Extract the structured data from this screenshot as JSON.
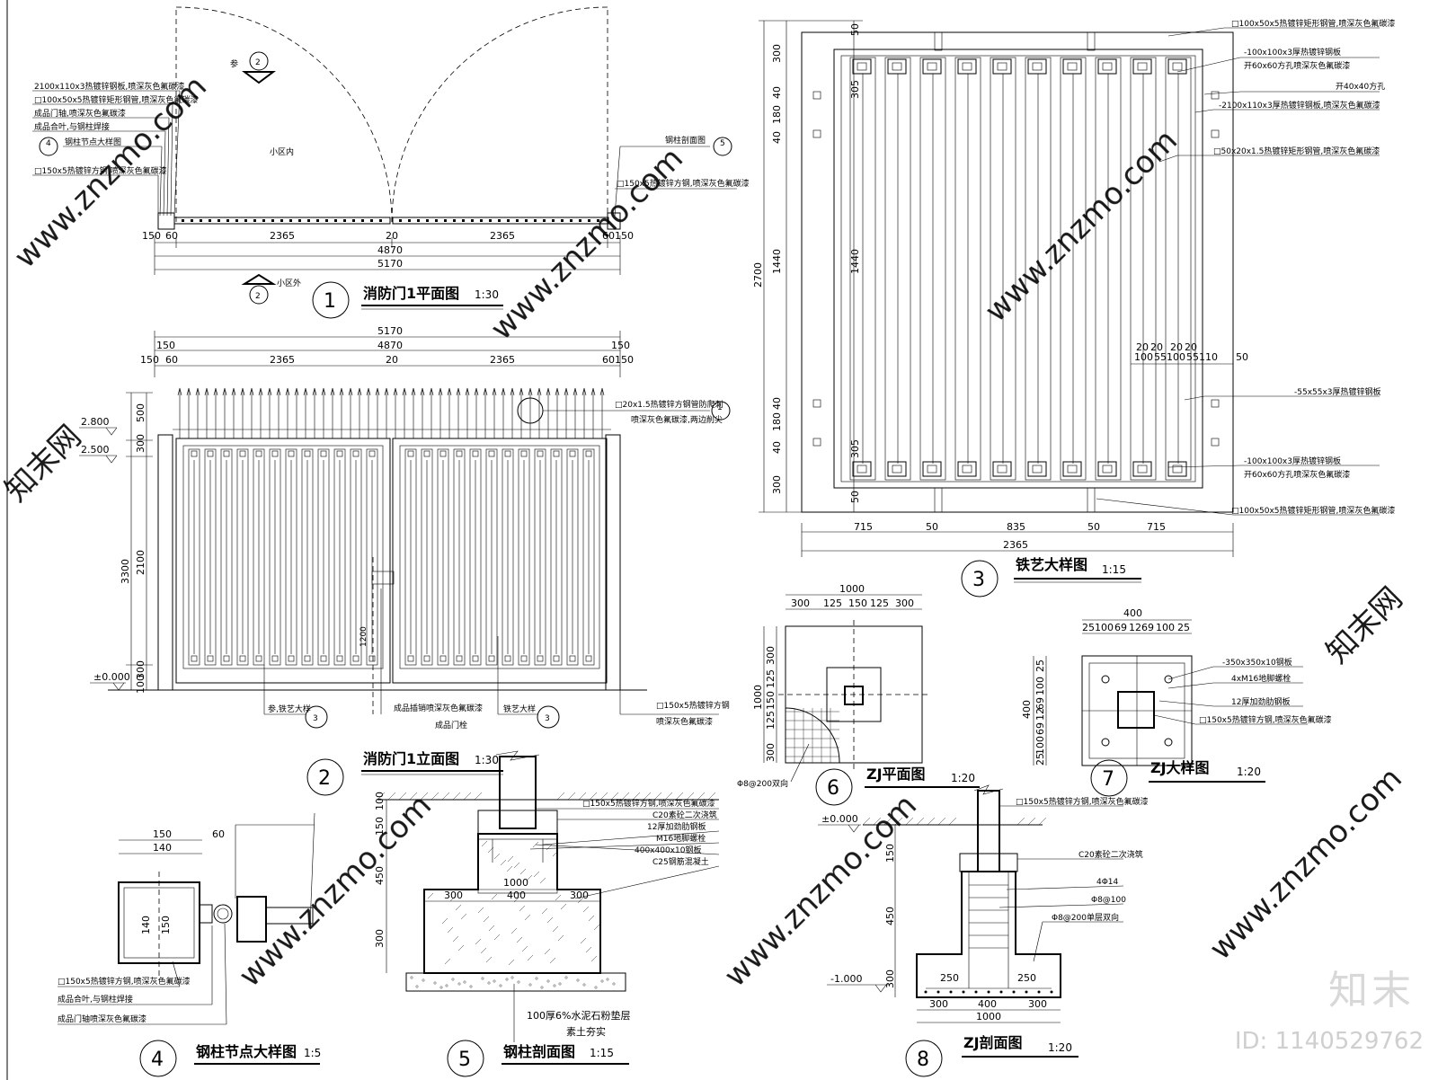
{
  "drawing1": {
    "title": "消防门1平面图",
    "scale": "1:30",
    "num": "1",
    "labels": [
      "小区内",
      "小区外",
      "参"
    ],
    "notes": [
      "2100x110x3热镀锌钢板,喷深灰色氟碳漆",
      "□100x50x5热镀锌矩形钢管,喷深灰色氟碳漆",
      "成品门轴,喷深灰色氟碳漆",
      "成品合叶,与钢柱焊接",
      "钢柱节点大样图",
      "□150x5热镀锌方钢,喷深灰色氟碳漆",
      "钢柱剖面图",
      "□150x5热镀锌方钢,喷深灰色氟碳漆"
    ],
    "dims": [
      "150",
      "60",
      "2365",
      "20",
      "2365",
      "60",
      "150",
      "4870",
      "5170"
    ]
  },
  "drawing2": {
    "title": "消防门1立面图",
    "scale": "1:30",
    "num": "2",
    "dims_top": [
      "5170",
      "150",
      "4870",
      "150",
      "150",
      "60",
      "2365",
      "20",
      "2365",
      "60",
      "150"
    ],
    "dims_left": [
      "500",
      "300",
      "2100",
      "3300",
      "300",
      "100"
    ],
    "levels": [
      "2.800",
      "2.500",
      "±0.000"
    ],
    "center_dim": "1200",
    "notes": [
      "□20x1.5热镀锌方钢管防爬刺",
      "喷深灰色氟碳漆,两边削尖",
      "参,铁艺大样",
      "成品插销喷深灰色氟碳漆",
      "成品门栓",
      "铁艺大样",
      "□150x5热镀锌方钢",
      "喷深灰色氟碳漆"
    ]
  },
  "drawing3": {
    "title": "铁艺大样图",
    "scale": "1:15",
    "num": "3",
    "dims_bottom": [
      "715",
      "50",
      "835",
      "50",
      "715",
      "2365"
    ],
    "dims_left": [
      "300",
      "2700",
      "1440",
      "300"
    ],
    "dims_left2": [
      "50",
      "305",
      "40",
      "180",
      "40",
      "1440",
      "40",
      "180",
      "40",
      "305",
      "50"
    ],
    "dims_mid": [
      "100",
      "55",
      "100",
      "55",
      "110",
      "20",
      "20",
      "20",
      "20",
      "50"
    ],
    "notes": [
      "□100x50x5热镀锌矩形钢管,喷深灰色氟碳漆",
      "-100x100x3厚热镀锌钢板",
      "开60x60方孔喷深灰色氟碳漆",
      "开40x40方孔",
      "-2100x110x3厚热镀锌钢板,喷深灰色氟碳漆",
      "□50x20x1.5热镀锌矩形钢管,喷深灰色氟碳漆",
      "-55x55x3厚热镀锌钢板",
      "-100x100x3厚热镀锌钢板",
      "开60x60方孔喷深灰色氟碳漆",
      "□100x50x5热镀锌矩形钢管,喷深灰色氟碳漆"
    ]
  },
  "drawing4": {
    "title": "钢柱节点大样图",
    "scale": "1:5",
    "num": "4",
    "dims": [
      "150",
      "140",
      "60",
      "140",
      "150"
    ],
    "notes": [
      "□150x5热镀锌方钢,喷深灰色氟碳漆",
      "成品合叶,与钢柱焊接",
      "成品门轴喷深灰色氟碳漆"
    ]
  },
  "drawing5": {
    "title": "钢柱剖面图",
    "scale": "1:15",
    "num": "5",
    "dims": [
      "300",
      "400",
      "300",
      "1000",
      "100",
      "150",
      "450",
      "300"
    ],
    "notes": [
      "□150x5热镀锌方钢,喷深灰色氟碳漆",
      "C20素砼二次浇筑",
      "12厚加劲肋钢板",
      "M16地脚螺栓",
      "400x400x10钢板",
      "C25钢筋混凝土",
      "100厚6%水泥石粉垫层",
      "素土夯实"
    ]
  },
  "drawing6": {
    "title": "ZJ平面图",
    "scale": "1:20",
    "num": "6",
    "dims_top": [
      "1000",
      "300",
      "125",
      "150",
      "125",
      "300"
    ],
    "dims_left": [
      "1000",
      "300",
      "125",
      "150",
      "125",
      "300"
    ],
    "notes": [
      "Φ8@200双向"
    ]
  },
  "drawing7": {
    "title": "ZJ大样图",
    "scale": "1:20",
    "num": "7",
    "dims_top": [
      "400",
      "25",
      "100",
      "69",
      "12",
      "69",
      "100",
      "25"
    ],
    "dims_left": [
      "400",
      "25",
      "100",
      "69",
      "12",
      "69",
      "100",
      "25"
    ],
    "notes": [
      "-350x350x10钢板",
      "4xM16地脚螺栓",
      "12厚加劲肋钢板",
      "□150x5热镀锌方钢,喷深灰色氟碳漆"
    ]
  },
  "drawing8": {
    "title": "ZJ剖面图",
    "scale": "1:20",
    "num": "8",
    "dims_bottom": [
      "300",
      "400",
      "300",
      "1000"
    ],
    "dims_left": [
      "150",
      "450",
      "300"
    ],
    "levels": [
      "±0.000",
      "-1.000"
    ],
    "marks": [
      "250",
      "250"
    ],
    "notes": [
      "□150x5热镀锌方钢,喷深灰色氟碳漆",
      "C20素砼二次浇筑",
      "4Φ14",
      "Φ8@100",
      "Φ8@200单层双向"
    ]
  },
  "watermark": {
    "site": "www.znzmo.com",
    "brand": "知末",
    "cn": "知末网",
    "id": "ID: 1140529762"
  }
}
